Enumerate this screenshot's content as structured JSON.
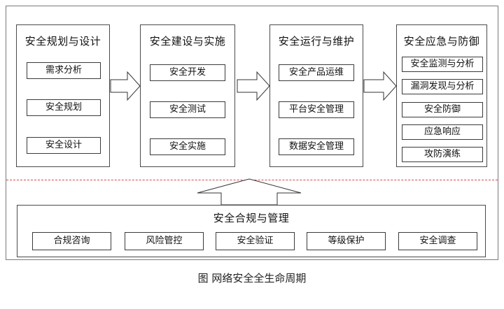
{
  "phases": [
    {
      "title": "安全规划与设计",
      "items": [
        "需求分析",
        "安全规划",
        "安全设计"
      ]
    },
    {
      "title": "安全建设与实施",
      "items": [
        "安全开发",
        "安全测试",
        "安全实施"
      ]
    },
    {
      "title": "安全运行与维护",
      "items": [
        "安全产品运维",
        "平台安全管理",
        "数据安全管理"
      ]
    },
    {
      "title": "安全应急与防御",
      "items": [
        "安全监测与分析",
        "漏洞发现与分析",
        "安全防御",
        "应急响应",
        "攻防演练"
      ]
    }
  ],
  "bottom": {
    "title": "安全合规与管理",
    "items": [
      "合规咨询",
      "风险管控",
      "安全验证",
      "等级保护",
      "安全调查"
    ]
  },
  "caption": "图  网络安全全生命周期",
  "colors": {
    "border": "#4a4a4a",
    "dashed_line": "#d84848"
  }
}
